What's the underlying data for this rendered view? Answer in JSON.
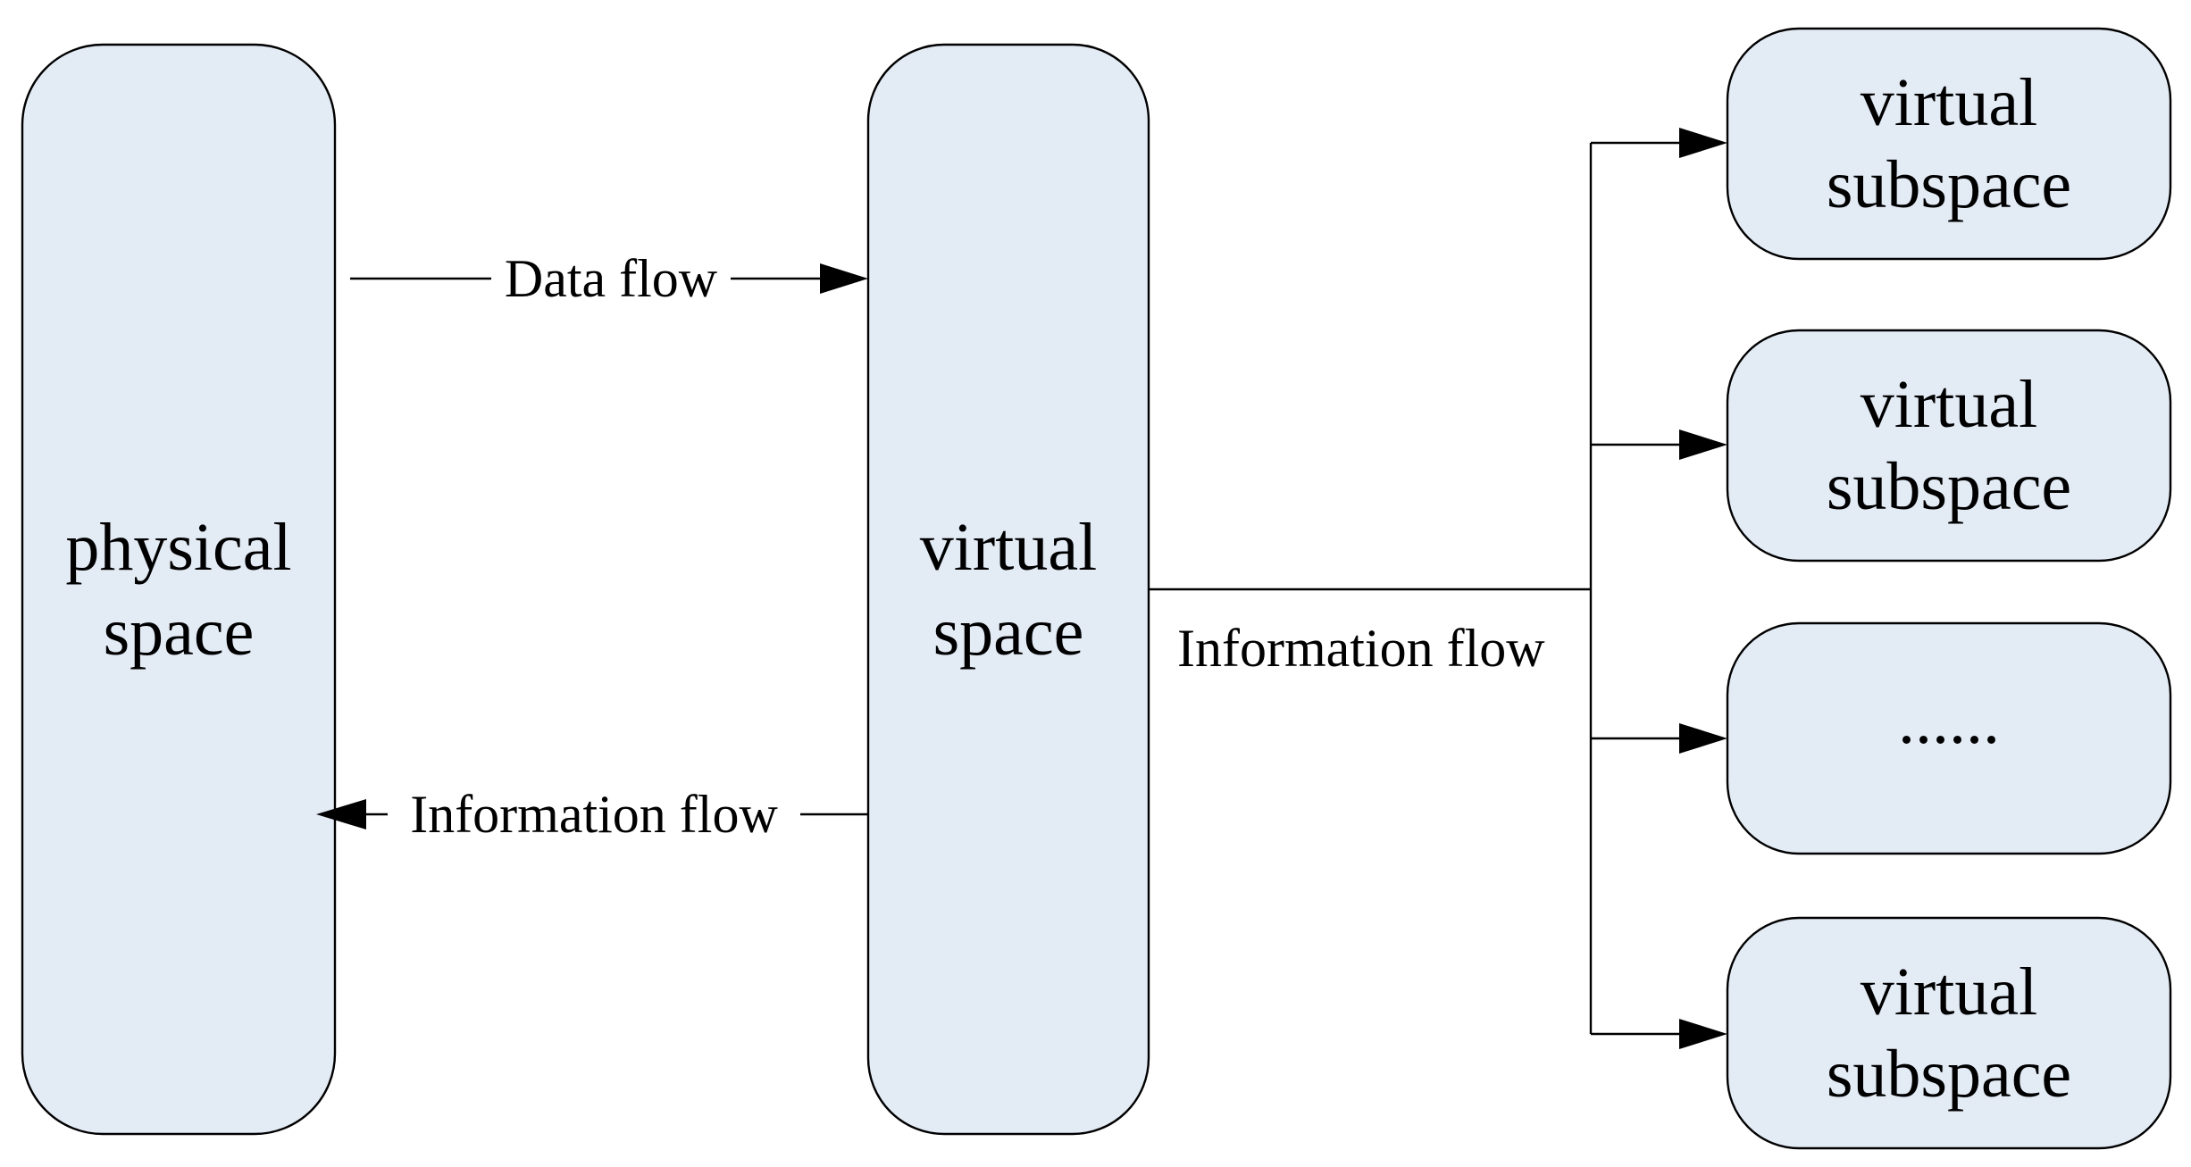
{
  "colors": {
    "node_fill": "#e3ebf5",
    "stroke": "#000000",
    "background": "#ffffff"
  },
  "nodes": {
    "physical_space": {
      "line1": "physical",
      "line2": "space"
    },
    "virtual_space": {
      "line1": "virtual",
      "line2": "space"
    },
    "subspace_1": {
      "line1": "virtual",
      "line2": "subspace"
    },
    "subspace_2": {
      "line1": "virtual",
      "line2": "subspace"
    },
    "subspace_3": {
      "label": "......"
    },
    "subspace_4": {
      "line1": "virtual",
      "line2": "subspace"
    }
  },
  "edges": {
    "data_flow": {
      "label": "Data flow",
      "from": "physical space",
      "to": "virtual space"
    },
    "info_flow_back": {
      "label": "Information flow",
      "from": "virtual space",
      "to": "physical space"
    },
    "info_flow_out": {
      "label": "Information flow",
      "from": "virtual space",
      "to": "virtual subspace"
    }
  }
}
